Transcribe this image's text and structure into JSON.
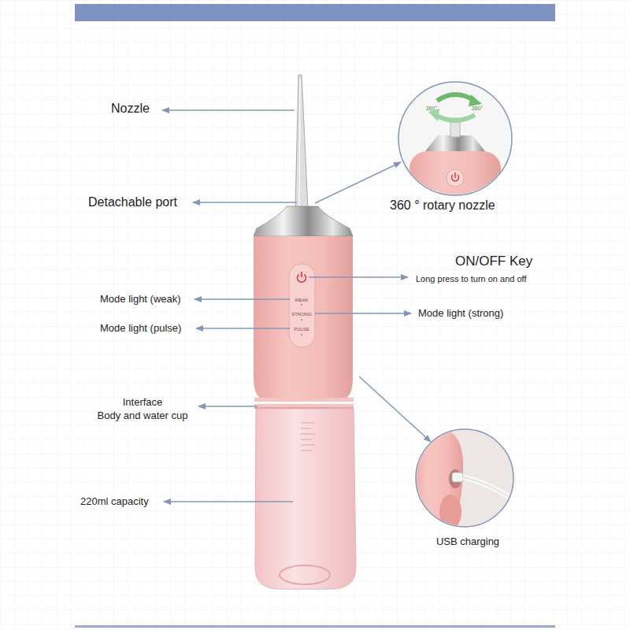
{
  "diagram": {
    "labels": [
      "Nozzle",
      "360°",
      "360°",
      "Detachable port",
      "360 ° rotary nozzle",
      "ON/OFF Key",
      "Long press to turn on and off",
      "Mode light (weak)",
      "WEAK",
      "STRONG",
      "Mode light (strong)",
      "PULSE",
      "Mode light (pulse)",
      "Interface",
      "Body and water cup",
      "220ml capacity",
      "USB charging"
    ]
  }
}
